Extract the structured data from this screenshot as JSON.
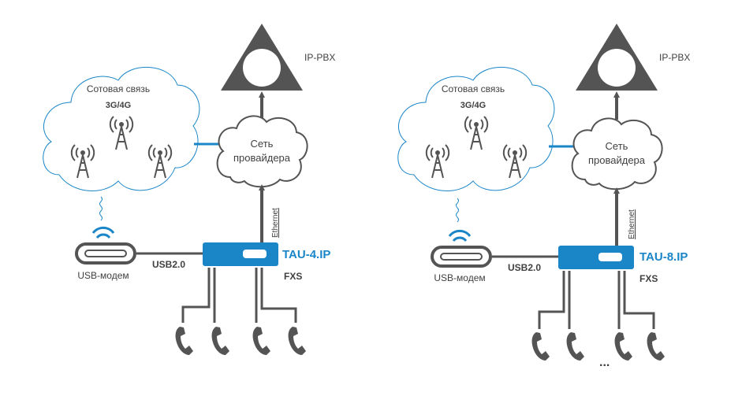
{
  "diagrams": [
    {
      "pbx_label": "IP-PBX",
      "cloud_title": "Сотовая связь",
      "cloud_sub": "3G/4G",
      "provider_line1": "Сеть",
      "provider_line2": "провайдера",
      "ethernet_label": "Ethernet",
      "usb_modem_label": "USB-модем",
      "usb_link_label": "USB2.0",
      "device_name": "TAU-4.IP",
      "fxs_label": "FXS",
      "phone_count": 4,
      "ellipsis": ""
    },
    {
      "pbx_label": "IP-PBX",
      "cloud_title": "Сотовая связь",
      "cloud_sub": "3G/4G",
      "provider_line1": "Сеть",
      "provider_line2": "провайдера",
      "ethernet_label": "Ethernet",
      "usb_modem_label": "USB-модем",
      "usb_link_label": "USB2.0",
      "device_name": "TAU-8.IP",
      "fxs_label": "FXS",
      "phone_count": 4,
      "ellipsis": "..."
    }
  ],
  "colors": {
    "accent": "#1a86c8",
    "dark": "#545454",
    "line": "#404040"
  }
}
